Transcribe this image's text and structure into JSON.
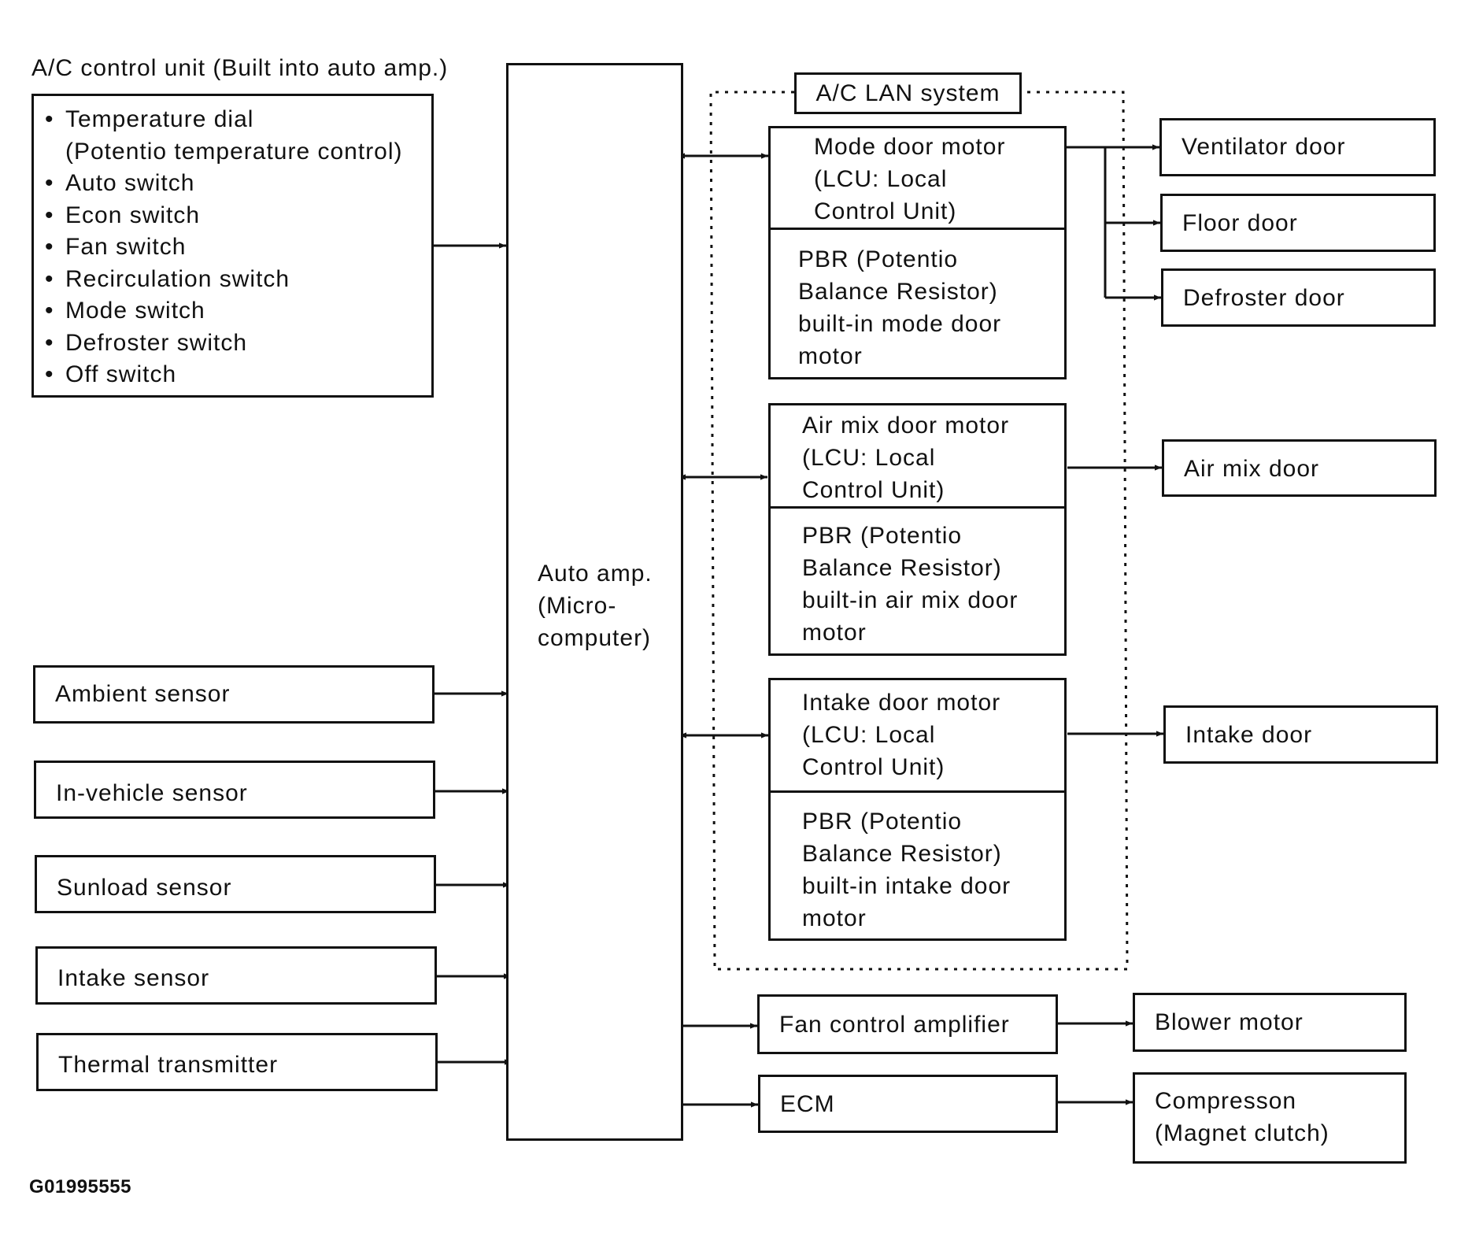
{
  "control_unit": {
    "title": "A/C control unit (Built into auto amp.)",
    "items": [
      "Temperature dial",
      "(Potentio temperature control)",
      "Auto switch",
      "Econ switch",
      "Fan switch",
      "Recirculation switch",
      "Mode switch",
      "Defroster switch",
      "Off switch"
    ]
  },
  "auto_amp": {
    "lines": [
      "Auto amp.",
      "(Micro-",
      "computer)"
    ]
  },
  "lan_system": {
    "title": "A/C LAN system"
  },
  "sensors": [
    "Ambient sensor",
    "In-vehicle sensor",
    "Sunload sensor",
    "Intake sensor",
    "Thermal transmitter"
  ],
  "motors": [
    {
      "lcu": [
        "Mode door motor",
        "(LCU: Local",
        "Control Unit)"
      ],
      "pbr": [
        "PBR (Potentio",
        "Balance Resistor)",
        "built-in mode door",
        "motor"
      ]
    },
    {
      "lcu": [
        "Air mix door motor",
        "(LCU: Local",
        "Control Unit)"
      ],
      "pbr": [
        "PBR (Potentio",
        "Balance Resistor)",
        "built-in air mix door",
        "motor"
      ]
    },
    {
      "lcu": [
        "Intake door motor",
        "(LCU: Local",
        "Control Unit)"
      ],
      "pbr": [
        "PBR (Potentio",
        "Balance Resistor)",
        "built-in intake door",
        "motor"
      ]
    }
  ],
  "doors": [
    "Ventilator door",
    "Floor door",
    "Defroster door",
    "Air mix door",
    "Intake door"
  ],
  "fan_control": "Fan control amplifier",
  "blower_motor": "Blower motor",
  "ecm": "ECM",
  "compressor": [
    "Compresson",
    "(Magnet clutch)"
  ],
  "figure_code": "G01995555"
}
